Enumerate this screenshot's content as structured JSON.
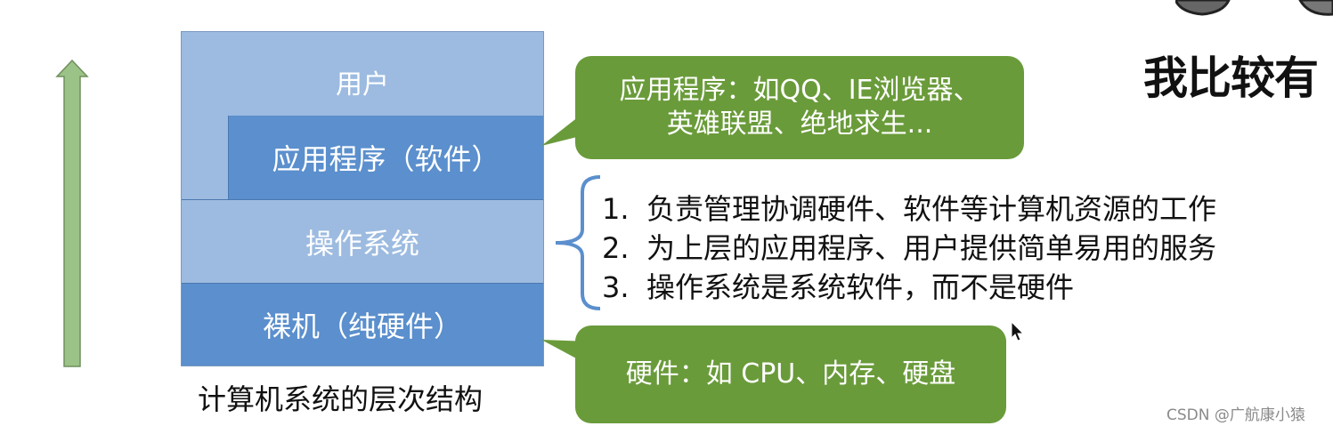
{
  "diagram": {
    "layers": {
      "user": "用户",
      "application": "应用程序（软件）",
      "os": "操作系统",
      "hardware": "裸机（纯硬件）"
    },
    "caption": "计算机系统的层次结构",
    "bubbles": {
      "application_examples": "应用程序：如QQ、IE浏览器、\n英雄联盟、绝地求生...",
      "hardware_examples": "硬件：如 CPU、内存、硬盘"
    },
    "os_functions": [
      {
        "num": "1.",
        "text": "负责管理协调硬件、软件等计算机资源的工作"
      },
      {
        "num": "2.",
        "text": "为上层的应用程序、用户提供简单易用的服务"
      },
      {
        "num": "3.",
        "text": "操作系统是系统软件，而不是硬件"
      }
    ],
    "corner_banner": "我比较有",
    "watermark": "CSDN @广航康小猿"
  },
  "colors": {
    "layer_light": "#9dbbe0",
    "layer_dark": "#5b8fcd",
    "bubble": "#6a9b3a",
    "arrow": "#9cc387",
    "brace": "#5b8fcd"
  }
}
